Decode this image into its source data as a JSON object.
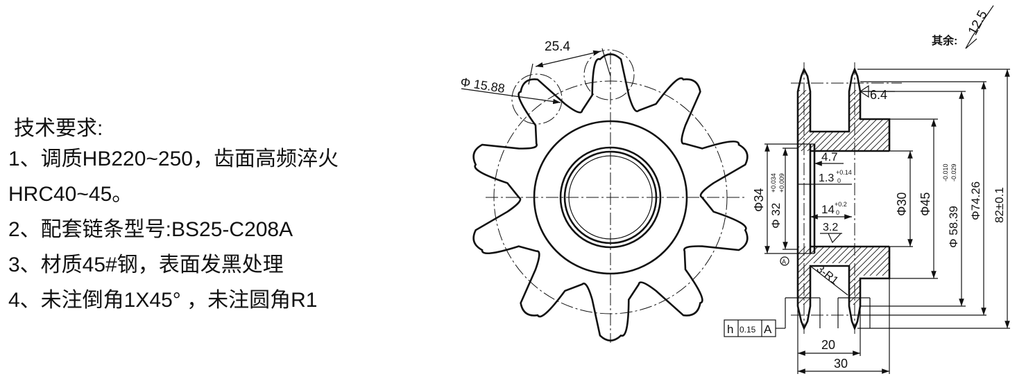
{
  "notes": {
    "title": "技术要求:",
    "lines": [
      "1、调质HB220~250，齿面高频淬火",
      "HRC40~45。",
      "2、配套链条型号:BS25-C208A",
      "3、材质45#钢，表面发黑处理",
      "4、未注倒角1X45°  ，未注圆角R1"
    ]
  },
  "front_view": {
    "pitch_label": "25.4",
    "roller_dia_label": "Φ 15.88",
    "teeth": 10
  },
  "section_view": {
    "roughness_other_label": "其余:",
    "roughness_other_value": "12.5",
    "tooth_width": "6.4",
    "keyway_depth": "4.7",
    "groove_width": "1.3",
    "groove_tol_upper": "+0.14",
    "groove_tol_lower": "0",
    "bore_length": "14",
    "bore_tol_upper": "+0.2",
    "bore_tol_lower": "0",
    "bore_roughness": "3.2",
    "dia_34": "Φ34",
    "dia_32": "Φ 32",
    "dia_32_tol_upper": "+0.034",
    "dia_32_tol_lower": "+0.009",
    "dia_30": "Φ30",
    "dia_45": "Φ45",
    "dia_58": "Φ 58.39",
    "dia_58_tol_upper": "-0.010",
    "dia_58_tol_lower": "-0.029",
    "dia_74": "Φ74.26",
    "dia_82": "82±0.1",
    "fillet": "3-R1",
    "datum": "A",
    "tolerance_symbol": "h",
    "tolerance_value": "0.15",
    "tolerance_datum": "A",
    "width_20": "20",
    "width_30": "30"
  }
}
